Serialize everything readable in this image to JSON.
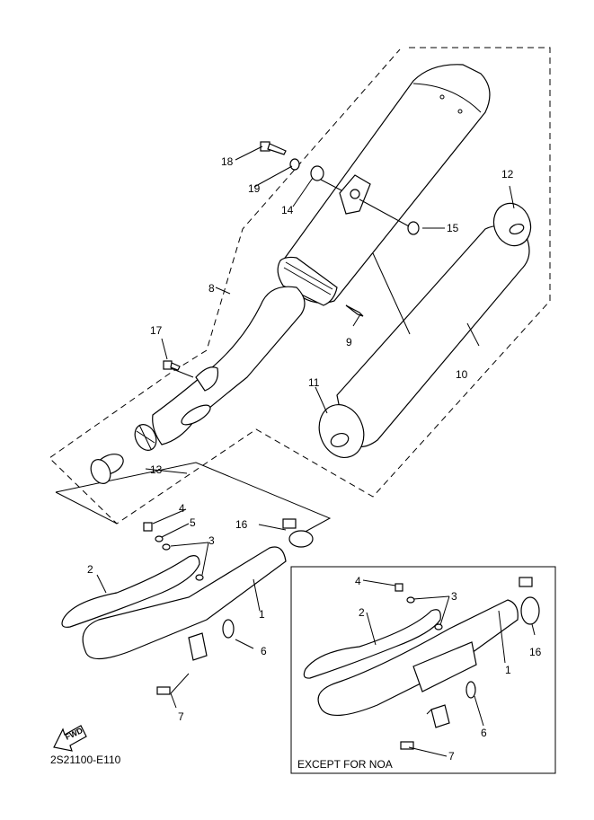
{
  "diagram": {
    "title_code": "2S21100-E110",
    "fwd_label": "FWD",
    "inset_caption": "EXCEPT FOR NOA",
    "callouts_main": [
      {
        "id": "18",
        "text": "18"
      },
      {
        "id": "19",
        "text": "19"
      },
      {
        "id": "14",
        "text": "14"
      },
      {
        "id": "15",
        "text": "15"
      },
      {
        "id": "12",
        "text": "12"
      },
      {
        "id": "8",
        "text": "8"
      },
      {
        "id": "9",
        "text": "9"
      },
      {
        "id": "17",
        "text": "17"
      },
      {
        "id": "10",
        "text": "10"
      },
      {
        "id": "11",
        "text": "11"
      },
      {
        "id": "13",
        "text": "13"
      },
      {
        "id": "4",
        "text": "4"
      },
      {
        "id": "5",
        "text": "5"
      },
      {
        "id": "3",
        "text": "3"
      },
      {
        "id": "16",
        "text": "16"
      },
      {
        "id": "2",
        "text": "2"
      },
      {
        "id": "1",
        "text": "1"
      },
      {
        "id": "6",
        "text": "6"
      },
      {
        "id": "7",
        "text": "7"
      }
    ],
    "callouts_inset": [
      {
        "id": "4",
        "text": "4"
      },
      {
        "id": "3",
        "text": "3"
      },
      {
        "id": "2",
        "text": "2"
      },
      {
        "id": "16",
        "text": "16"
      },
      {
        "id": "1",
        "text": "1"
      },
      {
        "id": "6",
        "text": "6"
      },
      {
        "id": "7",
        "text": "7"
      }
    ]
  }
}
